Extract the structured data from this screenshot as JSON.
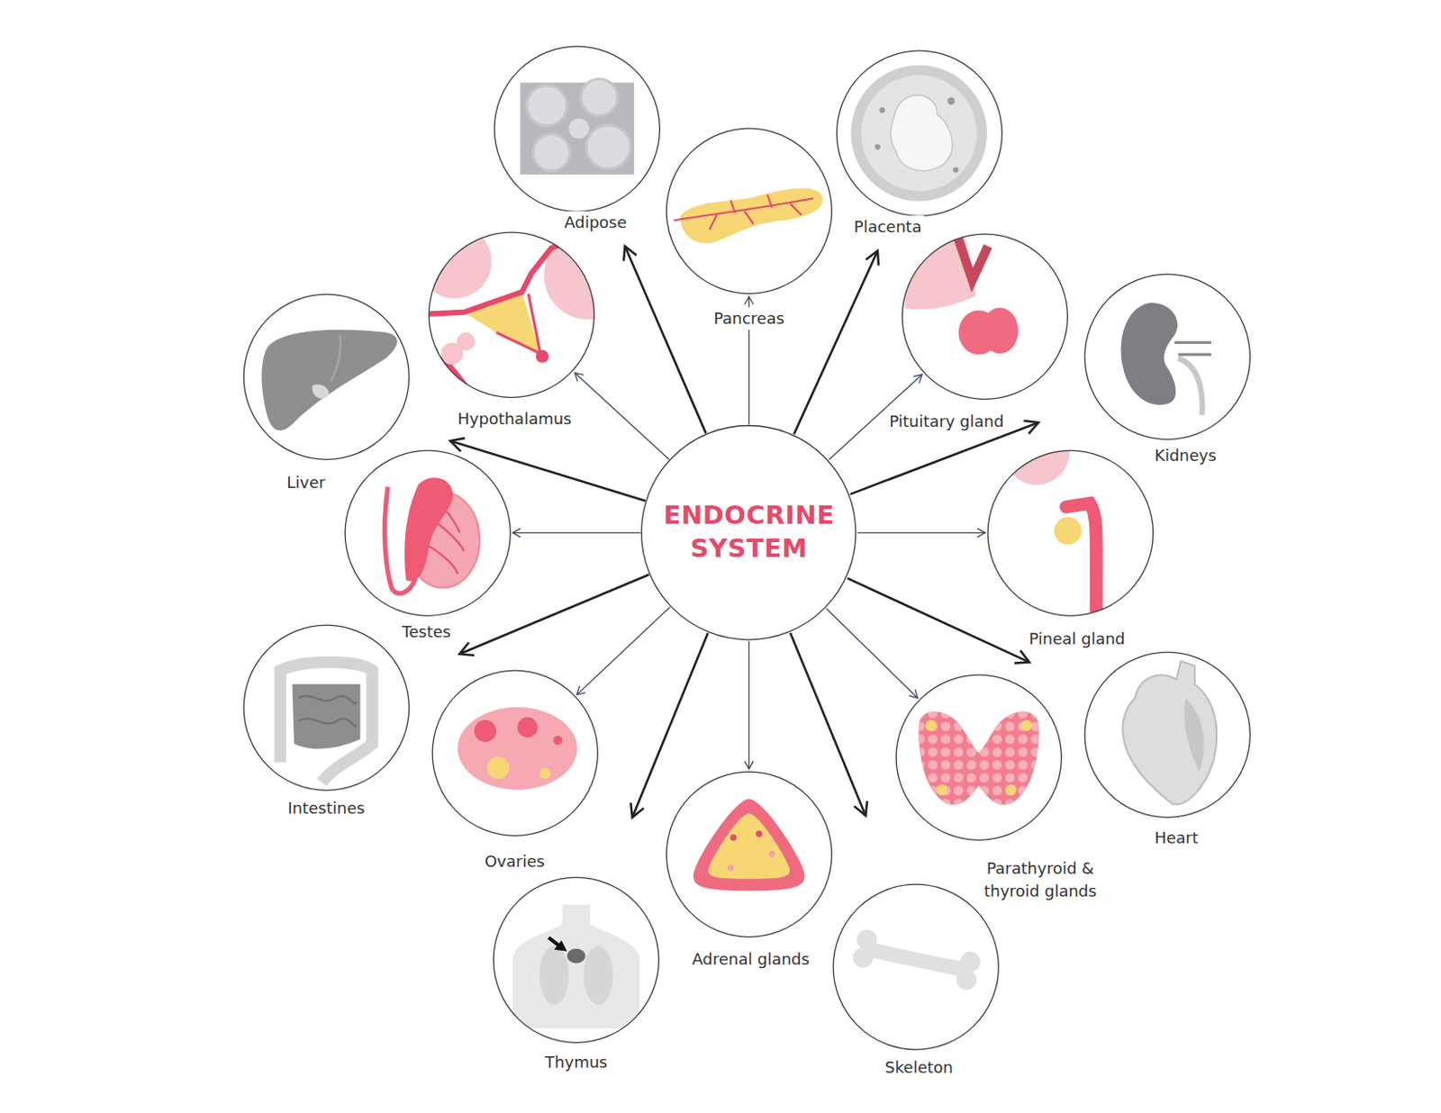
{
  "diagram": {
    "nodes": [
      {
        "text": [
          "ENDOCRINE SYSTEM"
        ]
      },
      {
        "text": [
          "Adipose"
        ]
      },
      {
        "text": [
          "Placenta"
        ]
      },
      {
        "text": [
          "Pancreas"
        ]
      },
      {
        "text": [
          "Hypothalamus"
        ]
      },
      {
        "text": [
          "Pituitary gland"
        ]
      },
      {
        "text": [
          "Liver"
        ]
      },
      {
        "text": [
          "Kidneys"
        ]
      },
      {
        "text": [
          "Testes"
        ]
      },
      {
        "text": [
          "Pineal gland"
        ]
      },
      {
        "text": [
          "Intestines"
        ]
      },
      {
        "text": [
          "Heart"
        ]
      },
      {
        "text": [
          "Ovaries"
        ]
      },
      {
        "text": [
          "Parathyroid & thyroid glands"
        ]
      },
      {
        "text": [
          "Adrenal glands"
        ]
      },
      {
        "text": [
          "Thymus"
        ]
      },
      {
        "text": [
          "Skeleton"
        ]
      }
    ],
    "edges": [
      {
        "from": 0,
        "to": 1,
        "arrow": "to"
      },
      {
        "from": 0,
        "to": 2,
        "arrow": "to"
      },
      {
        "from": 0,
        "to": 3,
        "arrow": "to"
      },
      {
        "from": 0,
        "to": 4,
        "arrow": "to"
      },
      {
        "from": 0,
        "to": 5,
        "arrow": "to"
      },
      {
        "from": 0,
        "to": 6,
        "arrow": "to"
      },
      {
        "from": 0,
        "to": 7,
        "arrow": "to"
      },
      {
        "from": 0,
        "to": 8,
        "arrow": "to"
      },
      {
        "from": 0,
        "to": 9,
        "arrow": "to"
      },
      {
        "from": 0,
        "to": 10,
        "arrow": "to"
      },
      {
        "from": 0,
        "to": 11,
        "arrow": "to"
      },
      {
        "from": 0,
        "to": 12,
        "arrow": "to"
      },
      {
        "from": 0,
        "to": 13,
        "arrow": "to"
      },
      {
        "from": 0,
        "to": 14,
        "arrow": "to"
      },
      {
        "from": 0,
        "to": 15,
        "arrow": "to"
      },
      {
        "from": 0,
        "to": 16,
        "arrow": "to"
      }
    ]
  }
}
